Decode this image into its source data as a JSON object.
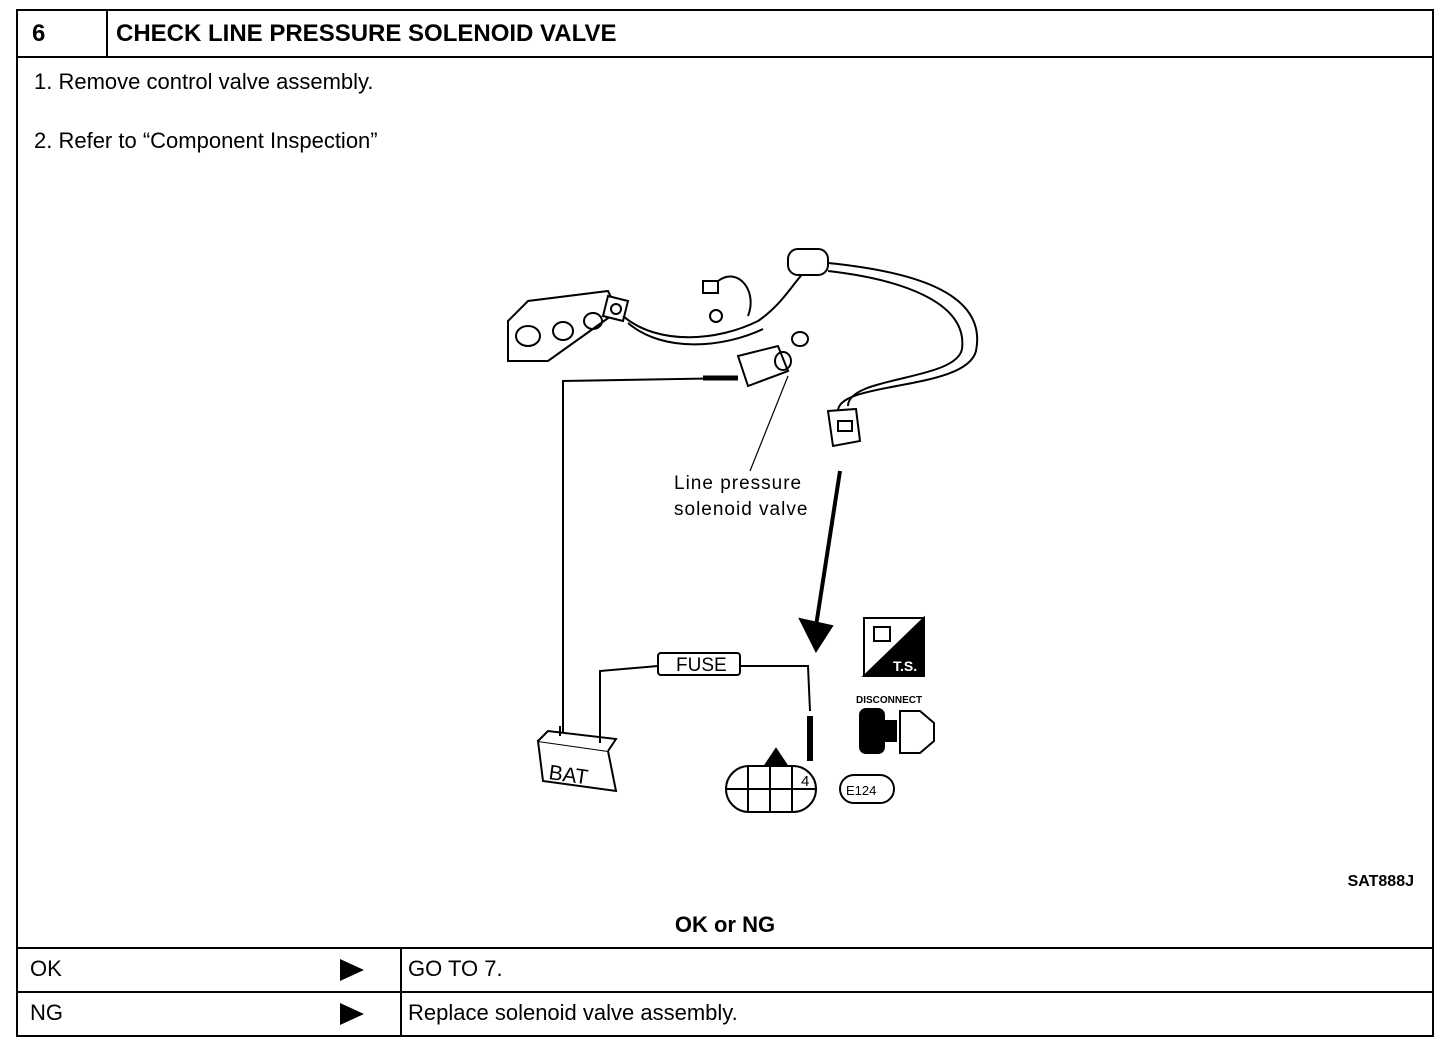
{
  "step": {
    "number": "6",
    "title": "CHECK LINE PRESSURE SOLENOID VALVE"
  },
  "instructions": [
    "1.  Remove control valve assembly.",
    "2.  Refer to “Component Inspection”"
  ],
  "figure": {
    "callout_line1": "Line  pressure",
    "callout_line2": "solenoid  valve",
    "fuse_label": "FUSE",
    "battery_label": "BAT",
    "pin_number": "4",
    "connector_id": "E124",
    "ts_label": "T.S.",
    "disconnect_label": "DISCONNECT",
    "figure_code": "SAT888J"
  },
  "result_question": "OK or NG",
  "results": [
    {
      "label": "OK",
      "action": "GO TO 7."
    },
    {
      "label": "NG",
      "action": "Replace solenoid valve assembly."
    }
  ]
}
